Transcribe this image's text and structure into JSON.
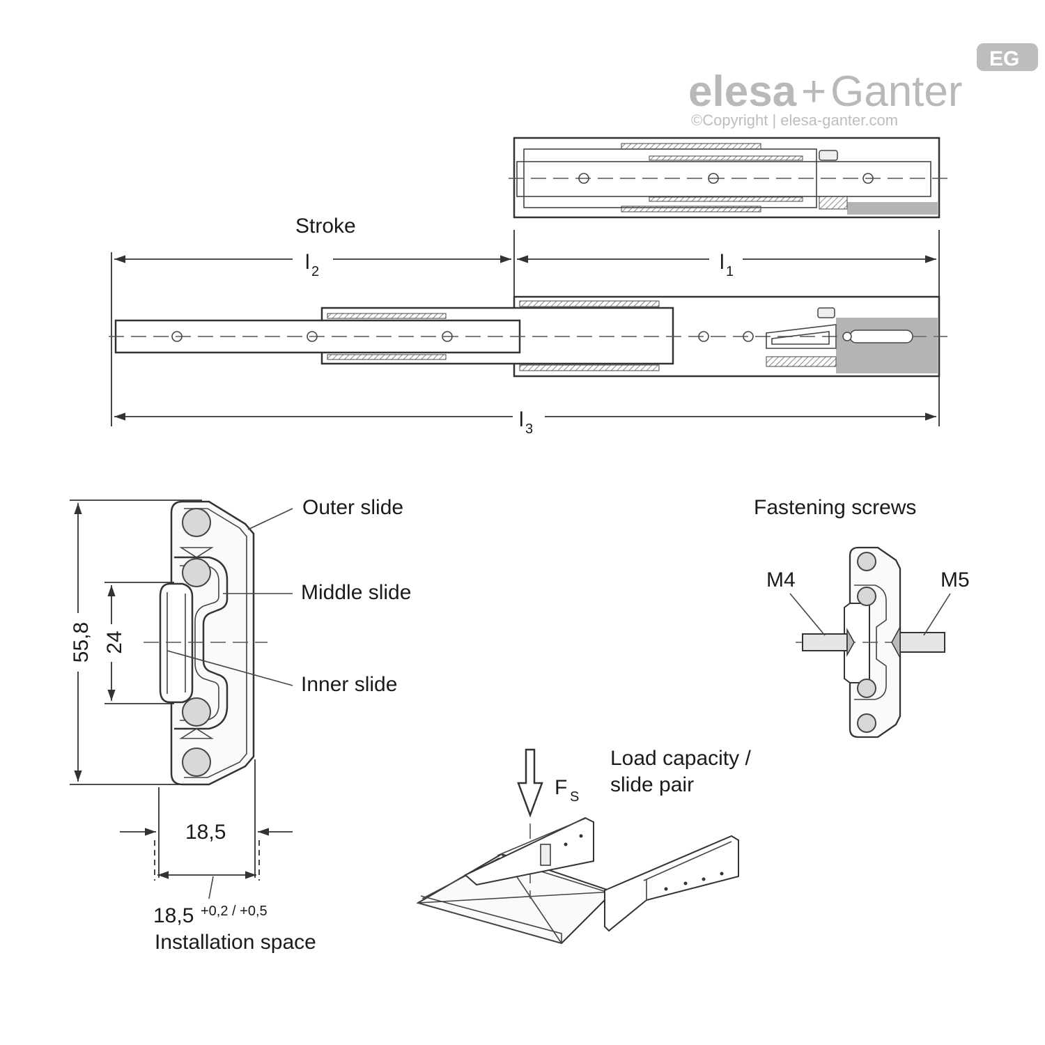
{
  "logo": {
    "brand_a": "elesa",
    "plus": "+",
    "brand_b": "Ganter",
    "copyright": "©Copyright | elesa-ganter.com",
    "badge": "EG"
  },
  "side_view": {
    "stroke_label": "Stroke",
    "l1": "l",
    "l1_sub": "1",
    "l2": "l",
    "l2_sub": "2",
    "l3": "l",
    "l3_sub": "3"
  },
  "cross_section": {
    "outer_slide": "Outer slide",
    "middle_slide": "Middle slide",
    "inner_slide": "Inner slide",
    "height": "55,8",
    "inner_height": "24",
    "width": "18,5",
    "install_width": "18,5",
    "install_tolerance": "+0,2 / +0,5",
    "install_label": "Installation space"
  },
  "fastening": {
    "title": "Fastening screws",
    "left_screw": "M4",
    "right_screw": "M5"
  },
  "load": {
    "force": "F",
    "force_sub": "S",
    "line1": "Load capacity /",
    "line2": "slide pair"
  }
}
